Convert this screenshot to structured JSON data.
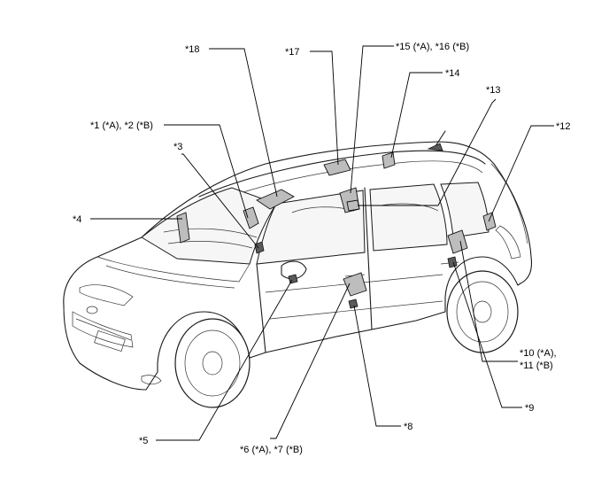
{
  "callouts": {
    "c18": "*18",
    "c17": "*17",
    "c15_16": "*15 (*A), *16 (*B)",
    "c14": "*14",
    "c13": "*13",
    "c12": "*12",
    "c1_2": "*1 (*A), *2 (*B)",
    "c3": "*3",
    "c4": "*4",
    "c10_11_line1": "*10 (*A),",
    "c10_11_line2": "*11 (*B)",
    "c9": "*9",
    "c8": "*8",
    "c6_7": "*6 (*A), *7 (*B)",
    "c5": "*5"
  },
  "colors": {
    "line": "#000000",
    "component_fill": "#bdbdbd",
    "background": "#ffffff"
  }
}
